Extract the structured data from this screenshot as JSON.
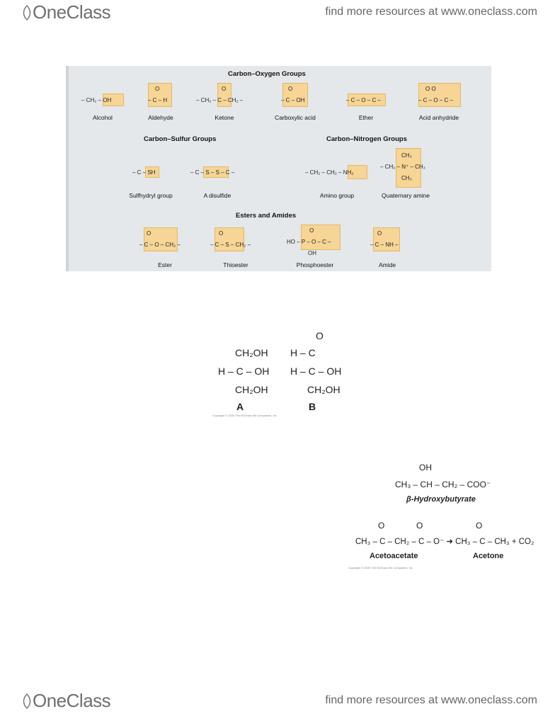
{
  "header": {
    "logo": "OneClass",
    "promo": "find more resources at www.oneclass.com"
  },
  "footer": {
    "logo": "OneClass",
    "promo": "find more resources at www.oneclass.com"
  },
  "panel": {
    "co_title": "Carbon–Oxygen Groups",
    "cs_title": "Carbon–Sulfur Groups",
    "cn_title": "Carbon–Nitrogen Groups",
    "ea_title": "Esters and Amides",
    "groups": {
      "alcohol": {
        "formula": "– CH₂ – OH",
        "label": "Alcohol"
      },
      "aldehyde": {
        "formula": "– C – H",
        "top": "O",
        "label": "Aldehyde"
      },
      "ketone": {
        "formula": "– CH₂ – C – CH₂ –",
        "top": "O",
        "label": "Ketone"
      },
      "carboxylic": {
        "formula": "– C – OH",
        "top": "O",
        "label": "Carboxylic acid"
      },
      "ether": {
        "formula": "– C – O – C –",
        "label": "Ether"
      },
      "anhydride": {
        "formula": "– C – O – C –",
        "top": "O      O",
        "label": "Acid anhydride"
      },
      "sulfhydryl": {
        "formula": "– C – SH",
        "label": "Sulfhydryl group"
      },
      "disulfide": {
        "formula": "– C – S – S – C –",
        "label": "A disulfide"
      },
      "amino": {
        "formula": "– CH₂ – CH₂ – NH₂",
        "label": "Amino group"
      },
      "quaternary": {
        "formula": "– CH₂ – N⁺ – CH₃",
        "top": "CH₃",
        "bottom": "CH₃",
        "label": "Quaternary amine"
      },
      "ester": {
        "formula": "– C – O – CH₂ –",
        "top": "O",
        "label": "Ester"
      },
      "thioester": {
        "formula": "– C – S – CH₂ –",
        "top": "O",
        "label": "Thioester"
      },
      "phosphoester": {
        "formula": "HO – P – O – C –",
        "top": "O",
        "bottom": "OH",
        "label": "Phosphoester"
      },
      "amide": {
        "formula": "– C – NH –",
        "top": "O",
        "label": "Amide"
      }
    }
  },
  "figure_ab": {
    "a_top": "CH₂OH",
    "a_mid": "H – C – OH",
    "a_bot": "CH₂OH",
    "a_label": "A",
    "b_o": "O",
    "b_top": "H – C",
    "b_mid": "H – C – OH",
    "b_bot": "CH₂OH",
    "b_label": "B",
    "copyright": "Copyright © 2009 The McGraw-Hill Companies, Inc."
  },
  "figure_ketone": {
    "oh": "OH",
    "hb_formula": "CH₃ – CH – CH₂ – COO⁻",
    "hb_label": "β-Hydroxybutyrate",
    "o1": "O",
    "o2": "O",
    "o3": "O",
    "reaction": "CH₃ – C – CH₂ – C – O⁻ ➜ CH₃ – C – CH₃ + CO₂",
    "acetoacetate": "Acetoacetate",
    "acetone": "Acetone",
    "copyright": "Copyright © 2009 The McGraw-Hill Companies, Inc."
  }
}
